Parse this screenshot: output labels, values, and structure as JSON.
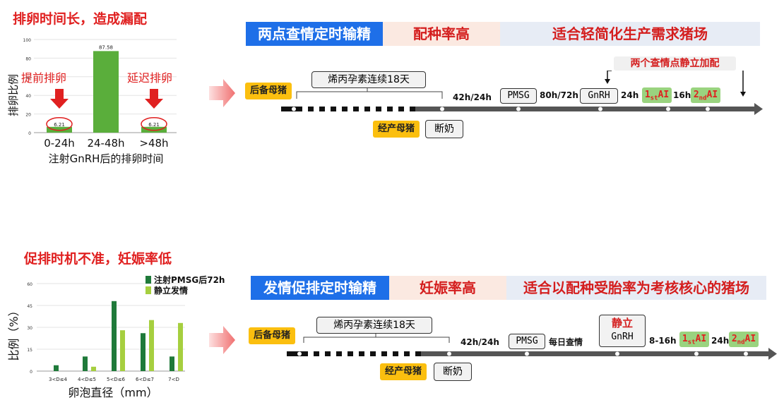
{
  "top": {
    "section_title": "排卵时间长，造成漏配",
    "chart": {
      "ylabel": "排卵比例",
      "xlabel": "注射GnRH后的排卵时间",
      "categories": [
        "0-24h",
        "24-48h",
        ">48h"
      ],
      "values": [
        6.21,
        87.58,
        6.21
      ],
      "yticks": [
        "0",
        "20",
        "40",
        "60",
        "80",
        "100"
      ],
      "value_labels": [
        "6.21",
        "87.58",
        "6.21"
      ],
      "ann_left": "提前排卵",
      "ann_right": "延迟排卵",
      "bar_color": "#5aae3b"
    },
    "bar_blue": "两点查情定时输精",
    "bar_pink": "配种率高",
    "bar_gray": "适合轻简化生产需求猪场",
    "tag_gilt": "后备母猪",
    "tag_sow": "经产母猪",
    "box_altrenogest": "烯丙孕素连续18天",
    "box_wean": "断奶",
    "t1": "42h/24h",
    "box_pmsg": "PMSG",
    "t2": "80h/72h",
    "box_gnrh": "GnRH",
    "t3": "24h",
    "ai1": "1stAI",
    "t4": "16h",
    "ai2": "2ndAI",
    "note": "两个查情点静立加配"
  },
  "bottom": {
    "section_title": "促排时机不准，妊娠率低",
    "chart": {
      "ylabel": "比例（%）",
      "xlabel": "卵泡直径（mm）",
      "categories": [
        "3<D≤4",
        "4<D≤5",
        "5<D≤6",
        "6<D≤7",
        "7<D"
      ],
      "series": [
        {
          "name": "注射PMSG后72h",
          "values": [
            4,
            10,
            48,
            26,
            10
          ],
          "color": "#1f7a3a"
        },
        {
          "name": "静立发情",
          "values": [
            0,
            3,
            28,
            35,
            33
          ],
          "color": "#a6cf3f"
        }
      ],
      "yticks": [
        "0",
        "15",
        "30",
        "45",
        "60"
      ],
      "ylim": [
        0,
        60
      ]
    },
    "bar_blue": "发情促排定时输精",
    "bar_pink": "妊娠率高",
    "bar_gray": "适合以配种受胎率为考核核心的猪场",
    "tag_gilt": "后备母猪",
    "tag_sow": "经产母猪",
    "box_altrenogest": "烯丙孕素连续18天",
    "box_wean": "断奶",
    "t1": "42h/24h",
    "box_pmsg": "PMSG",
    "t2": "每日查情",
    "box_estrus": "静立",
    "box_gnrh": "GnRH",
    "t3": "8-16h",
    "ai1": "1stAI",
    "t4": "24h",
    "ai2": "2ndAI"
  }
}
